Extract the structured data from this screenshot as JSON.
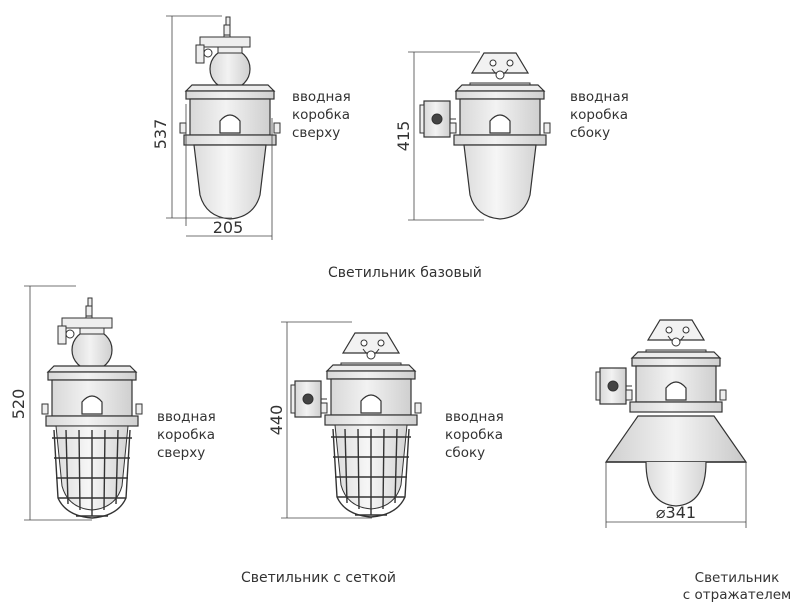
{
  "dimensions": {
    "h_top_left": "537",
    "w_top_left": "205",
    "h_top_right": "415",
    "h_bottom_left": "520",
    "h_bottom_mid": "440",
    "d_bottom_right": "⌀341"
  },
  "labels": {
    "top_left": [
      "вводная",
      "коробка",
      "сверху"
    ],
    "top_right": [
      "вводная",
      "коробка",
      "сбоку"
    ],
    "bottom_left": [
      "вводная",
      "коробка",
      "сверху"
    ],
    "bottom_mid": [
      "вводная",
      "коробка",
      "сбоку"
    ]
  },
  "captions": {
    "base": "Светильник базовый",
    "mesh": "Светильник с сеткой",
    "reflector_line1": "Светильник",
    "reflector_line2": "с отражателем"
  }
}
